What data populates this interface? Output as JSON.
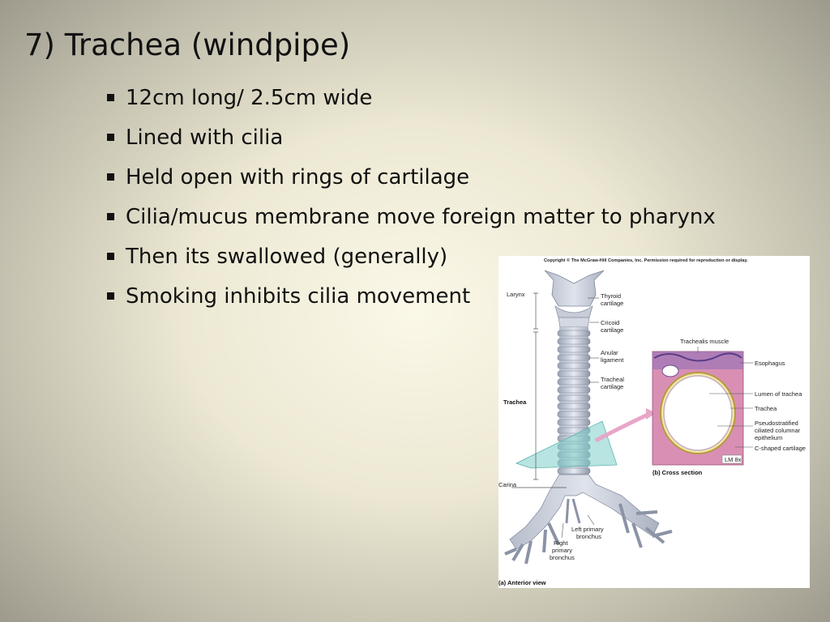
{
  "slide": {
    "title": "7) Trachea (windpipe)",
    "bullets": [
      "12cm long/ 2.5cm wide",
      "Lined with cilia",
      "Held open with rings of cartilage",
      "Cilia/mucus membrane move foreign matter to pharynx",
      "Then its swallowed (generally)",
      "Smoking inhibits cilia movement"
    ]
  },
  "figure": {
    "copyright": "Copyright © The McGraw-Hill Companies, Inc. Permission required for reproduction or display.",
    "labels": {
      "larynx": "Larynx",
      "thyroid": [
        "Thyroid",
        "cartilage"
      ],
      "cricoid": [
        "Cricoid",
        "cartilage"
      ],
      "anular": [
        "Anular",
        "ligament"
      ],
      "tracheal_cart": [
        "Tracheal",
        "cartilage"
      ],
      "trachea": "Trachea",
      "carina": "Carina",
      "left_bronchus": [
        "Left primary",
        "bronchus"
      ],
      "right_bronchus": [
        "Right",
        "primary",
        "bronchus"
      ],
      "trachealis": "Trachealis muscle",
      "esophagus": "Esophagus",
      "lumen": "Lumen of trachea",
      "trachea_cs": "Trachea",
      "pseudo": [
        "Pseudostratified",
        "ciliated columnar",
        "epithelium"
      ],
      "cshaped": "C-shaped cartilage",
      "lm": "LM 8x",
      "cross_section": "(b) Cross section",
      "anterior": "(a) Anterior view"
    }
  }
}
